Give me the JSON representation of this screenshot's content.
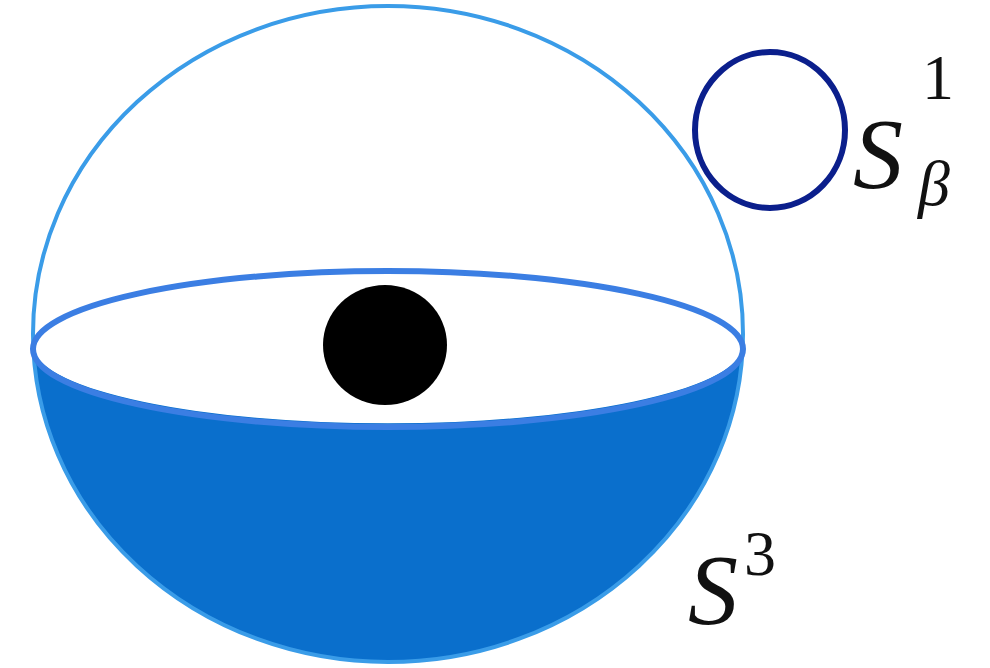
{
  "diagram": {
    "labels": [
      "S",
      "1",
      "β",
      "S",
      "3"
    ]
  }
}
